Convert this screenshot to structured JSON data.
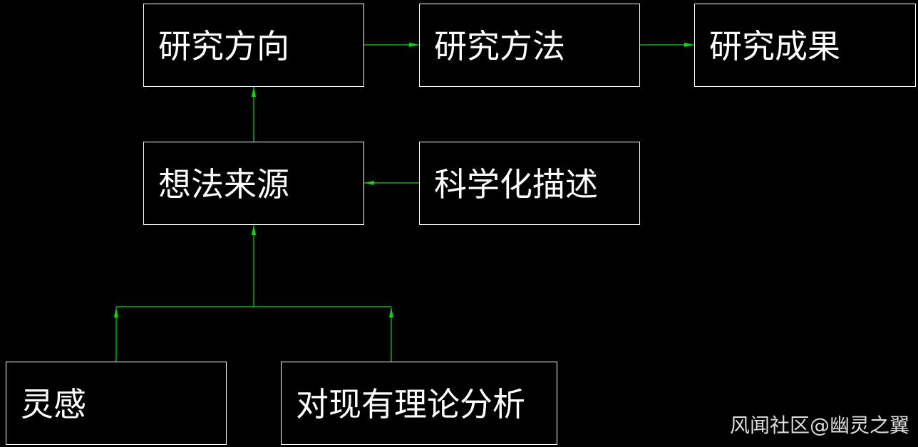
{
  "diagram": {
    "nodes": [
      {
        "id": "research-direction",
        "label": "研究方向"
      },
      {
        "id": "research-method",
        "label": "研究方法"
      },
      {
        "id": "research-result",
        "label": "研究成果"
      },
      {
        "id": "idea-source",
        "label": "想法来源"
      },
      {
        "id": "scientific-description",
        "label": "科学化描述"
      },
      {
        "id": "inspiration",
        "label": "灵感"
      },
      {
        "id": "theory-analysis",
        "label": "对现有理论分析"
      }
    ],
    "edges": [
      {
        "from": "research-direction",
        "to": "research-method"
      },
      {
        "from": "research-method",
        "to": "research-result"
      },
      {
        "from": "idea-source",
        "to": "research-direction"
      },
      {
        "from": "scientific-description",
        "to": "idea-source"
      },
      {
        "from": "inspiration",
        "to": "idea-source"
      },
      {
        "from": "theory-analysis",
        "to": "idea-source"
      }
    ],
    "colors": {
      "background": "#000000",
      "box_border": "#ffffff",
      "text": "#ffffff",
      "arrow": "#00e000"
    }
  },
  "watermark": "风闻社区@幽灵之翼"
}
